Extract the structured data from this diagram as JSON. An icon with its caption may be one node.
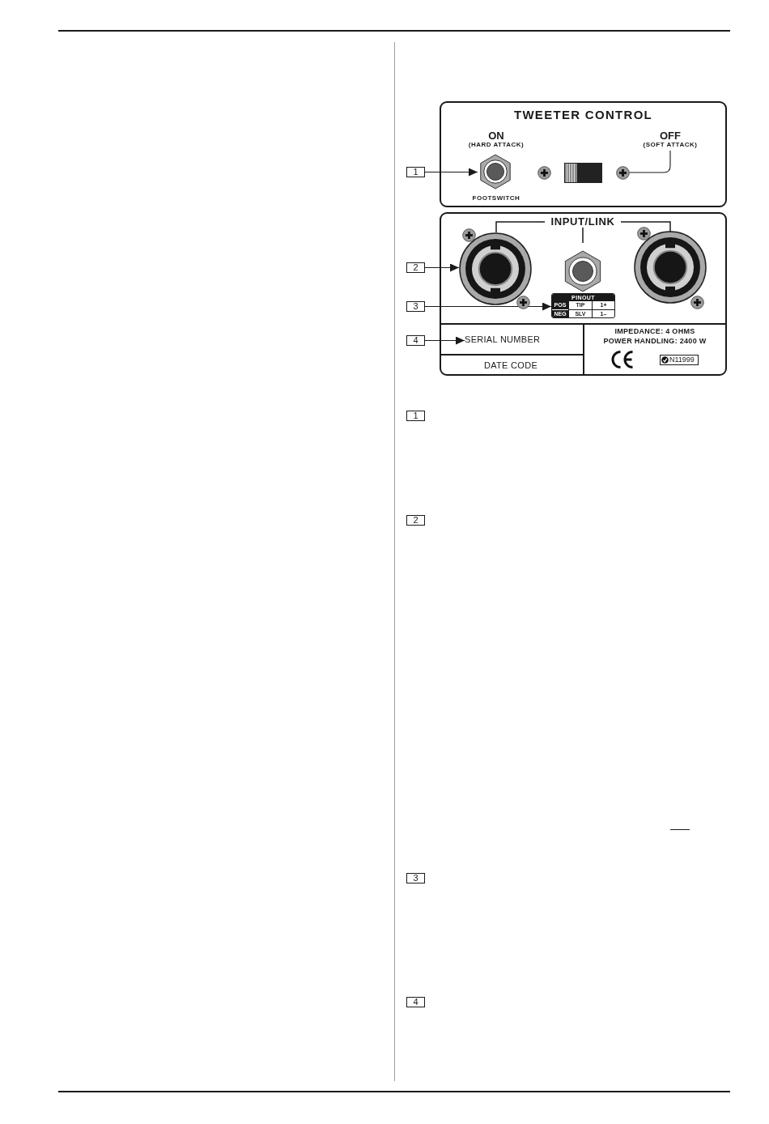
{
  "diagram": {
    "nodes": [
      {
        "text": [
          "TWEETER CONTROL"
        ]
      },
      {
        "text": [
          "1"
        ]
      },
      {
        "text": [],
        "shape": "picture",
        "in": 0
      },
      {
        "text": [
          "OFF",
          "(SOFT ATTACK)"
        ],
        "in": 0
      },
      {
        "text": [],
        "shape": "picture",
        "in": 0
      },
      {
        "text": [],
        "shape": "box"
      },
      {
        "text": [
          "2"
        ]
      },
      {
        "text": [],
        "shape": "picture",
        "in": 5
      },
      {
        "text": [
          "3"
        ]
      },
      {
        "text": [
          "PINOUT",
          "POS",
          "TIP",
          "1+",
          "NEG",
          "SLV",
          "1–"
        ],
        "in": 5
      },
      {
        "text": [
          "4"
        ]
      },
      {
        "text": [
          "SERIAL NUMBER"
        ],
        "in": 5
      },
      {
        "text": [
          "IMPEDANCE: 4 OHMS",
          "POWER HANDLING: 2400 W",
          "N11999"
        ],
        "in": 5
      },
      {
        "text": [
          "DATE CODE"
        ],
        "in": 5
      }
    ],
    "edges": [
      {
        "from": 1,
        "to": 2,
        "arrow": "to"
      },
      {
        "from": 3,
        "to": 4,
        "arrow": "none"
      },
      {
        "from": 6,
        "to": 7,
        "arrow": "to"
      },
      {
        "from": 8,
        "to": 9,
        "arrow": "to"
      },
      {
        "from": 10,
        "to": 11,
        "arrow": "to"
      }
    ],
    "labels": [
      "ON",
      "(HARD ATTACK)",
      "FOOTSWITCH",
      "INPUT/LINK",
      "1",
      "2",
      "3",
      "4"
    ]
  }
}
